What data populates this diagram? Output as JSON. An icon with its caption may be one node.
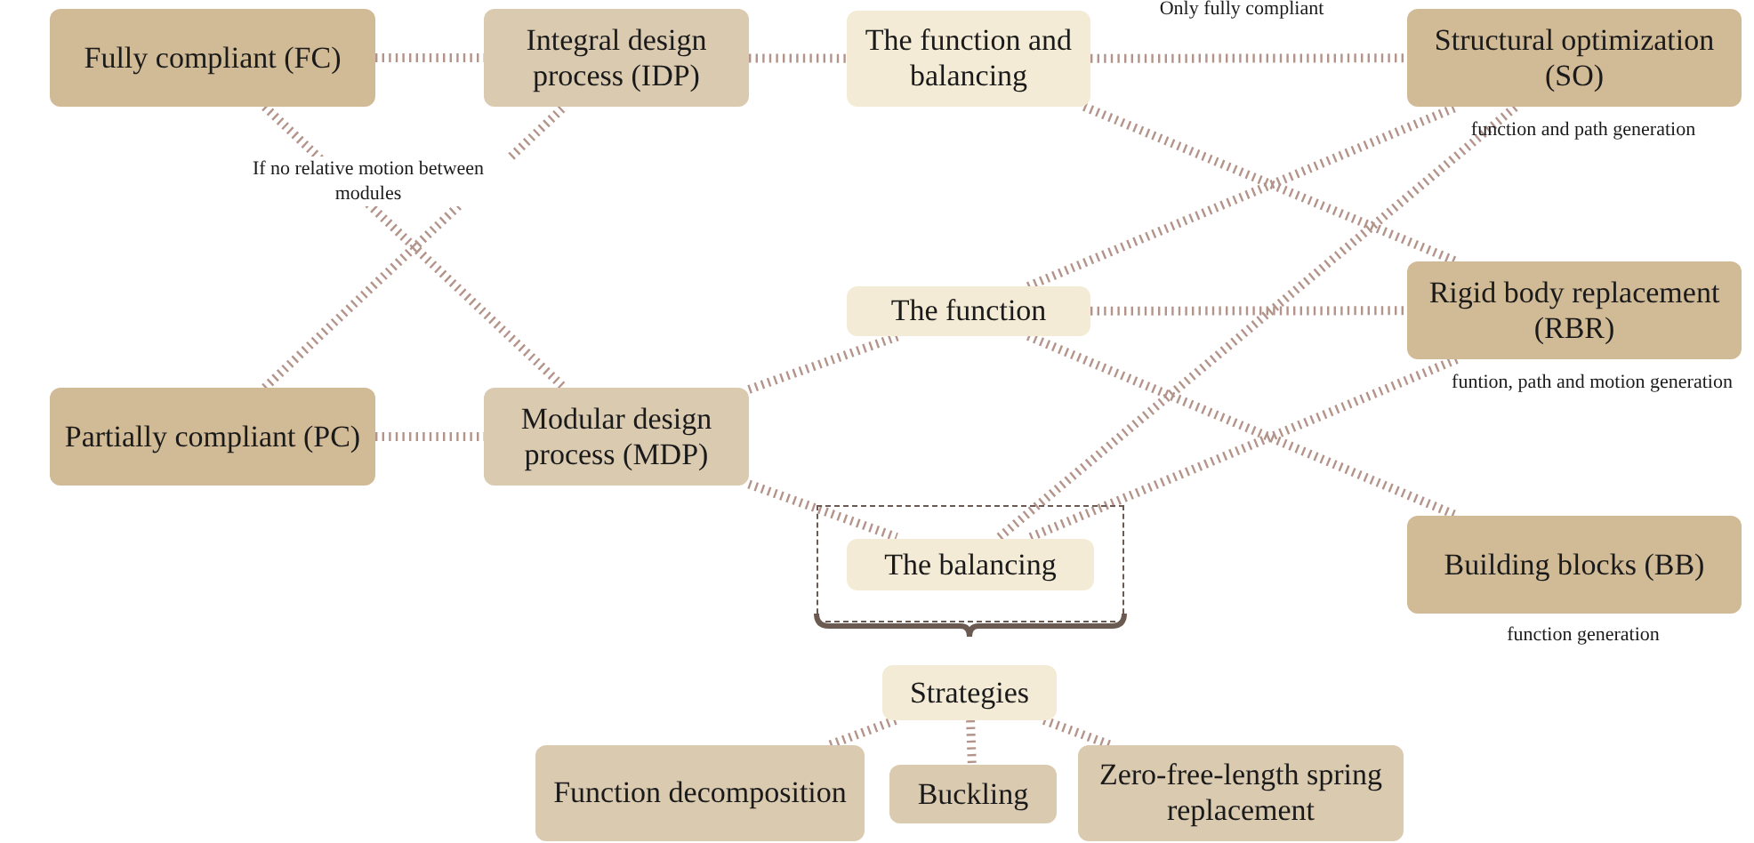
{
  "diagram": {
    "nodes": [
      {
        "text": [
          "Fully compliant (FC)"
        ]
      },
      {
        "text": [
          "Integral design process (IDP)"
        ]
      },
      {
        "text": [
          "The function and balancing"
        ]
      },
      {
        "text": [
          "Structural optimization (SO)"
        ],
        "beside": [
          "function and path generation"
        ]
      },
      {
        "text": [
          "The function"
        ]
      },
      {
        "text": [
          "Rigid body replacement (RBR)"
        ],
        "beside": [
          "funtion, path and motion generation"
        ]
      },
      {
        "text": [
          "Partially compliant (PC)"
        ]
      },
      {
        "text": [
          "Modular design process (MDP)"
        ]
      },
      {
        "text": [],
        "shape": "box"
      },
      {
        "text": [
          "The balancing"
        ],
        "in": 8
      },
      {
        "text": [
          "Building blocks (BB)"
        ],
        "beside": [
          "function generation"
        ]
      },
      {
        "text": [
          "Strategies"
        ]
      },
      {
        "text": [
          "Function decomposition"
        ]
      },
      {
        "text": [
          "Buckling"
        ]
      },
      {
        "text": [
          "Zero-free-length spring replacement"
        ]
      }
    ],
    "edges": [
      {
        "from": 0,
        "to": 1,
        "arrow": "none"
      },
      {
        "from": 1,
        "to": 2,
        "arrow": "none"
      },
      {
        "from": 0,
        "to": 7,
        "arrow": "none",
        "label": "If no relative motion between modules"
      },
      {
        "from": 6,
        "to": 1,
        "arrow": "none"
      },
      {
        "from": 6,
        "to": 7,
        "arrow": "none"
      },
      {
        "from": 7,
        "to": 4,
        "arrow": "none"
      },
      {
        "from": 7,
        "to": 9,
        "arrow": "none"
      },
      {
        "from": 2,
        "to": 3,
        "arrow": "none",
        "label": "Only fully compliant"
      },
      {
        "from": 2,
        "to": 5,
        "arrow": "none"
      },
      {
        "from": 4,
        "to": 3,
        "arrow": "none"
      },
      {
        "from": 4,
        "to": 5,
        "arrow": "none"
      },
      {
        "from": 4,
        "to": 10,
        "arrow": "none"
      },
      {
        "from": 9,
        "to": 3,
        "arrow": "none"
      },
      {
        "from": 9,
        "to": 5,
        "arrow": "none"
      },
      {
        "from": 11,
        "to": 12,
        "arrow": "none"
      },
      {
        "from": 11,
        "to": 13,
        "arrow": "none"
      },
      {
        "from": 11,
        "to": 14,
        "arrow": "none"
      }
    ]
  }
}
